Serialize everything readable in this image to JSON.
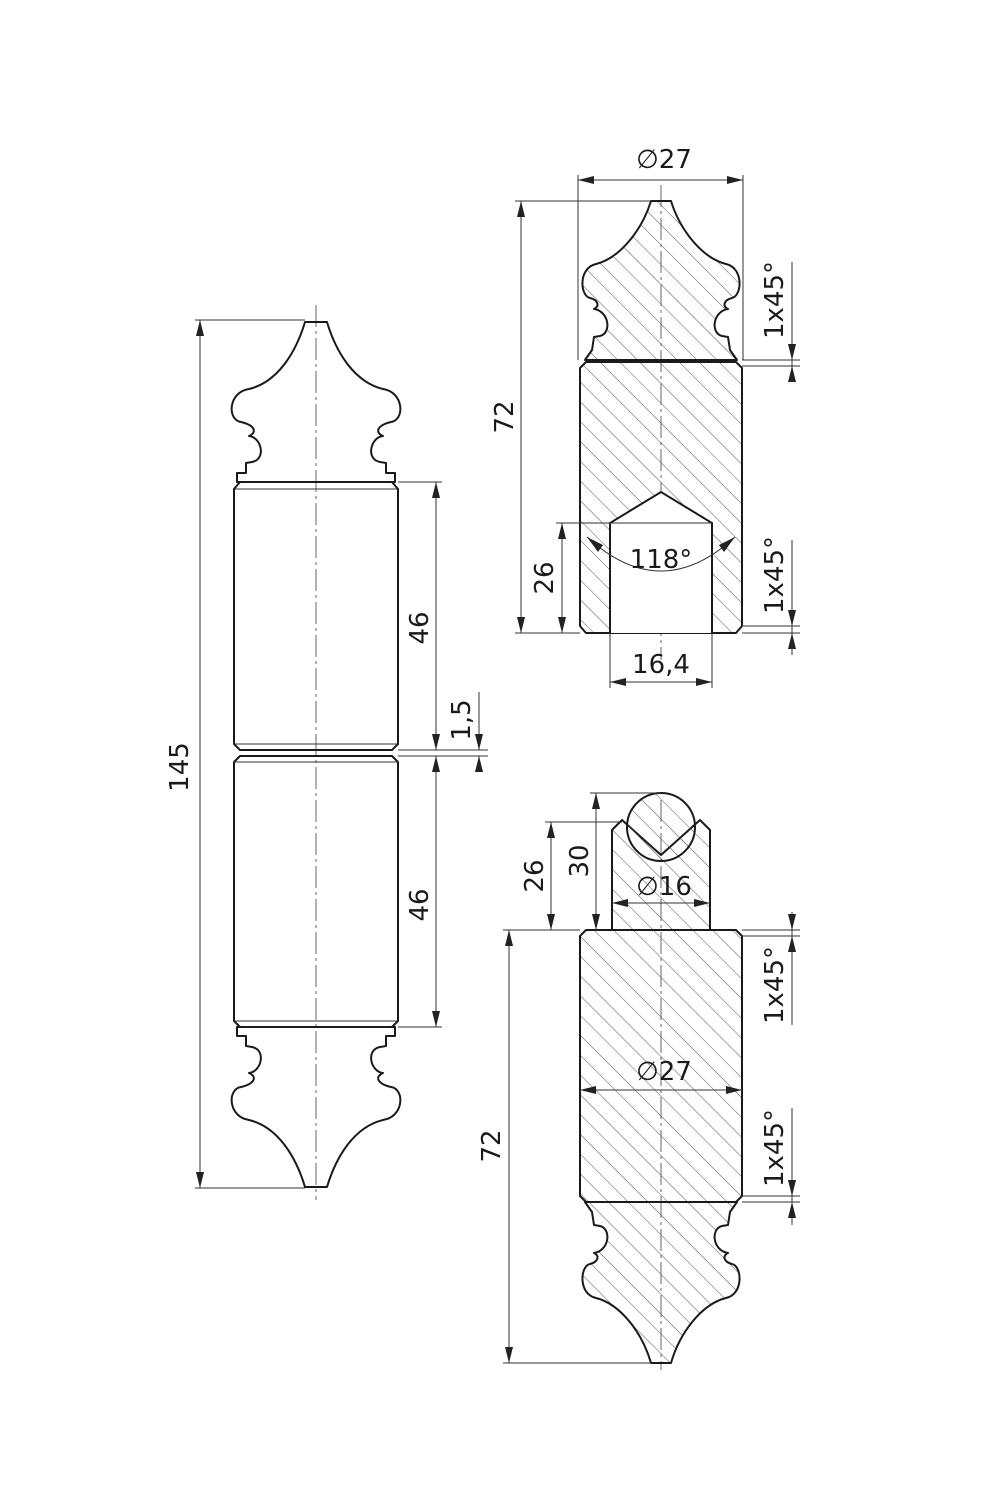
{
  "drawing": {
    "elevation": {
      "overall_length": "145",
      "barrel_upper": "46",
      "barrel_lower": "46",
      "gap": "1,5"
    },
    "top_section": {
      "outer_diameter": "∅27",
      "length": "72",
      "hole_depth": "26",
      "hole_diameter": "16,4",
      "drill_angle": "118°",
      "chamfer_upper": "1x45°",
      "chamfer_lower": "1x45°"
    },
    "bottom_section": {
      "pin_diameter": "∅16",
      "pin_length": "26",
      "pin_total": "30",
      "outer_diameter": "∅27",
      "length": "72",
      "chamfer_upper": "1x45°",
      "chamfer_lower": "1x45°"
    }
  }
}
